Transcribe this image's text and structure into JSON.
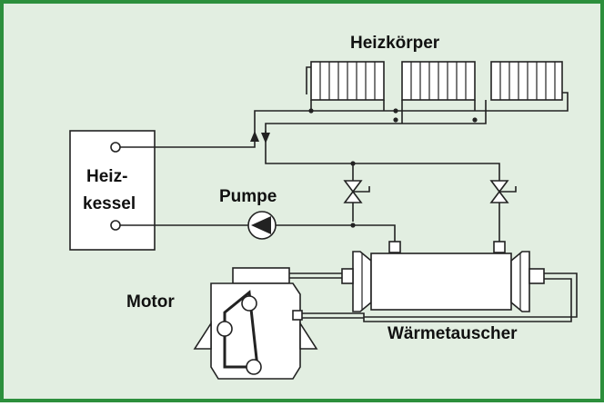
{
  "labels": {
    "radiators": "Heizkörper",
    "boiler_line1": "Heiz-",
    "boiler_line2": "kessel",
    "pump": "Pumpe",
    "engine": "Motor",
    "heat_exchanger": "Wärmetauscher"
  },
  "colors": {
    "border": "#2c8f3c",
    "background": "#e2eee1",
    "line": "#222222"
  }
}
